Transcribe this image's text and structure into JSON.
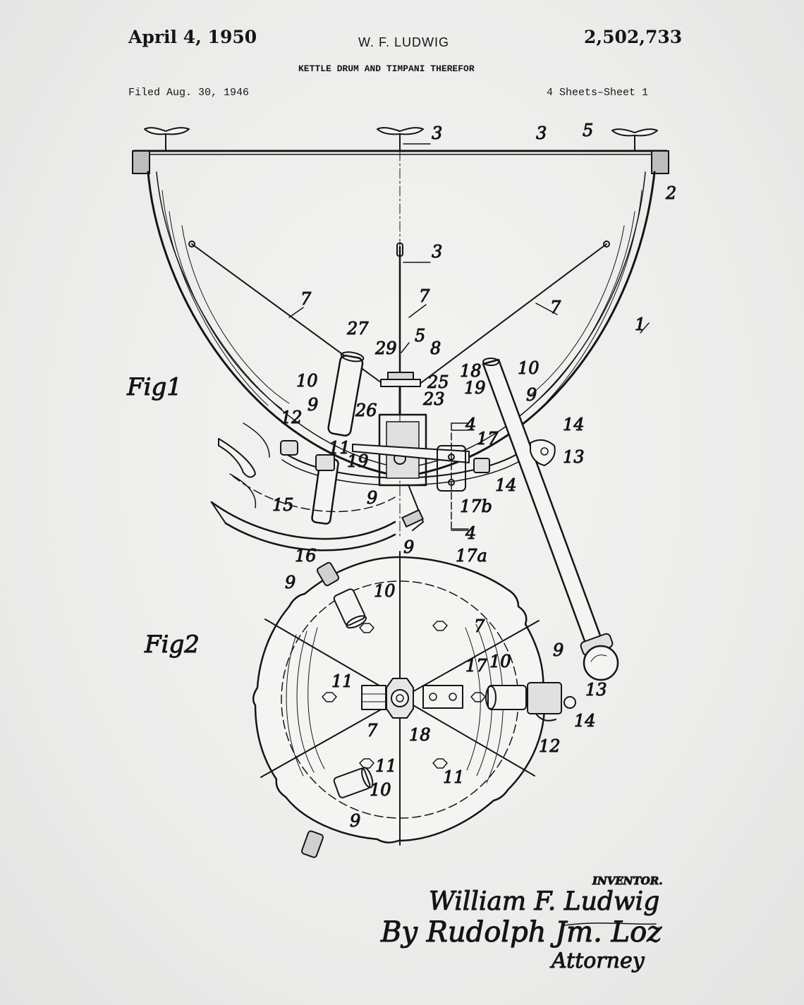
{
  "header": {
    "date": "April 4, 1950",
    "inventor": "W. F. LUDWIG",
    "patent_number": "2,502,733",
    "title": "KETTLE DRUM AND TIMPANI THEREFOR",
    "filed": "Filed Aug. 30, 1946",
    "sheets": "4 Sheets–Sheet 1"
  },
  "figures": {
    "fig1_label": "Fig1",
    "fig2_label": "Fig2"
  },
  "callouts": {
    "n1": "1",
    "n2": "2",
    "n3": "3",
    "n4": "4",
    "n5": "5",
    "n7": "7",
    "n8": "8",
    "n9": "9",
    "n10": "10",
    "n11": "11",
    "n12": "12",
    "n13": "13",
    "n14": "14",
    "n15": "15",
    "n16": "16",
    "n17": "17",
    "n17a": "17a",
    "n17b": "17b",
    "n18": "18",
    "n19": "19",
    "n23": "23",
    "n25": "25",
    "n26": "26",
    "n27": "27",
    "n29": "29"
  },
  "signature": {
    "role": "INVENTOR.",
    "name": "William F. Ludwig",
    "by_line": "By Rudolph Jm. Loz",
    "attorney": "Attorney"
  },
  "colors": {
    "paper": "#eeeeed",
    "ink": "#151515"
  }
}
